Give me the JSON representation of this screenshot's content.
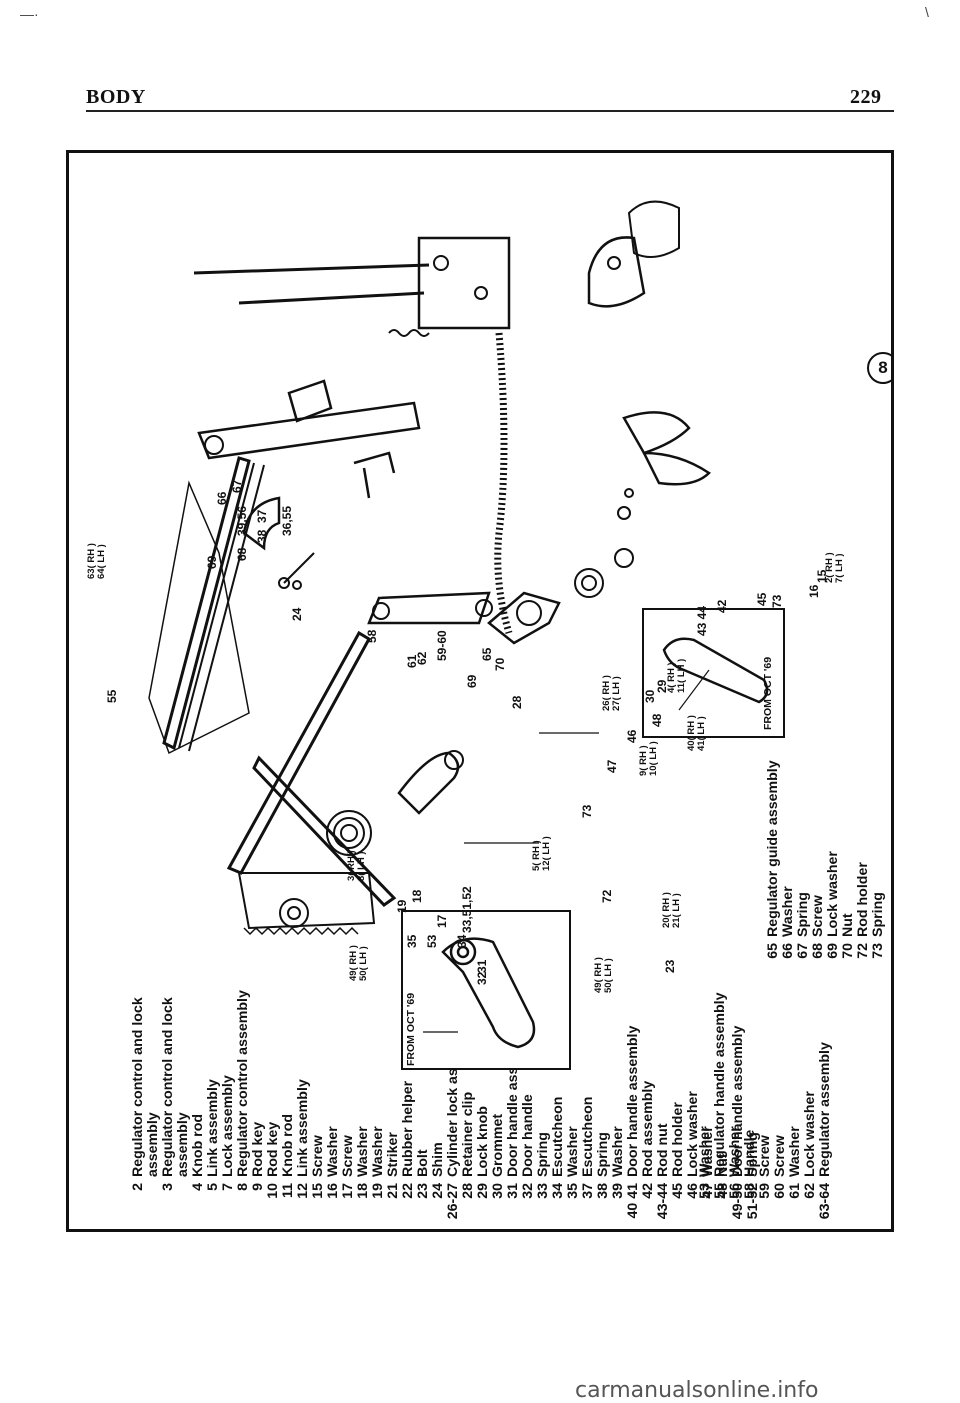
{
  "header": {
    "section": "BODY",
    "page_number": "229"
  },
  "figure": {
    "number": "8",
    "inset_labels": [
      "FROM OCT '69",
      "FROM OCT '69"
    ],
    "callouts": [
      {
        "id": "c-67",
        "text": "67"
      },
      {
        "id": "c-66",
        "text": "66"
      },
      {
        "id": "c-37",
        "text": "37"
      },
      {
        "id": "c-39-56",
        "text": "39,56"
      },
      {
        "id": "c-38",
        "text": "38"
      },
      {
        "id": "c-36-55",
        "text": "36,55"
      },
      {
        "id": "c-68",
        "text": "68"
      },
      {
        "id": "c-69a",
        "text": "69"
      },
      {
        "id": "c-63-64",
        "text": "63( RH )\n64( LH )"
      },
      {
        "id": "c-58",
        "text": "58"
      },
      {
        "id": "c-61",
        "text": "61"
      },
      {
        "id": "c-62",
        "text": "62"
      },
      {
        "id": "c-59-60",
        "text": "59-60"
      },
      {
        "id": "c-65",
        "text": "65"
      },
      {
        "id": "c-69b",
        "text": "69"
      },
      {
        "id": "c-70",
        "text": "70"
      },
      {
        "id": "c-55",
        "text": "55"
      },
      {
        "id": "c-49-50-inset",
        "text": "49( RH )\n50( LH )"
      },
      {
        "id": "c-3-8",
        "text": "3( RH )\n8( LH )"
      },
      {
        "id": "c-19",
        "text": "19"
      },
      {
        "id": "c-18",
        "text": "18"
      },
      {
        "id": "c-17",
        "text": "17"
      },
      {
        "id": "c-33-51-52",
        "text": "33,51,52"
      },
      {
        "id": "c-35",
        "text": "35"
      },
      {
        "id": "c-53",
        "text": "53"
      },
      {
        "id": "c-34",
        "text": "34"
      },
      {
        "id": "c-31",
        "text": "31"
      },
      {
        "id": "c-32",
        "text": "32"
      },
      {
        "id": "c-5-12",
        "text": "5( RH )\n12( LH )"
      },
      {
        "id": "c-28",
        "text": "28"
      },
      {
        "id": "c-26-27",
        "text": "26( RH )\n27( LH )"
      },
      {
        "id": "c-49-50",
        "text": "49( RH )\n50( LH )"
      },
      {
        "id": "c-72",
        "text": "72"
      },
      {
        "id": "c-73a",
        "text": "73"
      },
      {
        "id": "c-9-10",
        "text": "9( RH )\n10( LH )"
      },
      {
        "id": "c-40-41",
        "text": "40( RH )\n41( LH )"
      },
      {
        "id": "c-47",
        "text": "47"
      },
      {
        "id": "c-46",
        "text": "46"
      },
      {
        "id": "c-48",
        "text": "48"
      },
      {
        "id": "c-29",
        "text": "29"
      },
      {
        "id": "c-30",
        "text": "30"
      },
      {
        "id": "c-4-11",
        "text": "4( RH )\n11( LH )"
      },
      {
        "id": "c-20-21",
        "text": "20( RH )\n21( LH )"
      },
      {
        "id": "c-23",
        "text": "23"
      },
      {
        "id": "c-42",
        "text": "42"
      },
      {
        "id": "c-43-44",
        "text": "43 44"
      },
      {
        "id": "c-45",
        "text": "45"
      },
      {
        "id": "c-73b",
        "text": "73"
      },
      {
        "id": "c-15",
        "text": "15"
      },
      {
        "id": "c-16",
        "text": "16"
      },
      {
        "id": "c-2-7",
        "text": "2( RH )\n7( LH )"
      },
      {
        "id": "c-24",
        "text": "24"
      }
    ]
  },
  "legend": {
    "column1": [
      {
        "num": "2",
        "label": "Regulator control and lock"
      },
      {
        "num": "",
        "label": "assembly"
      },
      {
        "num": "3",
        "label": "Regulator control and lock"
      },
      {
        "num": "",
        "label": "assembly"
      },
      {
        "num": "4",
        "label": "Knob rod"
      },
      {
        "num": "5",
        "label": "Link assembly"
      },
      {
        "num": "7",
        "label": "Lock assembly"
      },
      {
        "num": "8",
        "label": "Regulator control assembly"
      },
      {
        "num": "9",
        "label": "Rod key"
      },
      {
        "num": "10",
        "label": "Rod key"
      },
      {
        "num": "11",
        "label": "Knob rod"
      },
      {
        "num": "12",
        "label": "Link assembly"
      },
      {
        "num": "15",
        "label": "Screw"
      },
      {
        "num": "16",
        "label": "Washer"
      },
      {
        "num": "17",
        "label": "Screw"
      },
      {
        "num": "18",
        "label": "Washer"
      },
      {
        "num": "19",
        "label": "Washer"
      },
      {
        "num": "21",
        "label": "Striker"
      },
      {
        "num": "22",
        "label": "Rubber helper"
      },
      {
        "num": "23",
        "label": "Bolt"
      },
      {
        "num": "24",
        "label": "Shim"
      },
      {
        "num": "26-27",
        "label": "Cylinder lock assembly"
      },
      {
        "num": "28",
        "label": "Retainer clip"
      },
      {
        "num": "29",
        "label": "Lock knob"
      },
      {
        "num": "30",
        "label": "Grommet"
      },
      {
        "num": "31",
        "label": "Door handle assembly"
      },
      {
        "num": "32",
        "label": "Door handle"
      },
      {
        "num": "33",
        "label": "Spring"
      },
      {
        "num": "34",
        "label": "Escutcheon"
      },
      {
        "num": "35",
        "label": "Washer"
      },
      {
        "num": "37",
        "label": "Escutcheon"
      },
      {
        "num": "38",
        "label": "Spring"
      },
      {
        "num": "39",
        "label": "Washer"
      },
      {
        "num": "40 41",
        "label": "Door handle assembly"
      },
      {
        "num": "42",
        "label": "Rod assembly"
      },
      {
        "num": "43-44",
        "label": "Rod nut"
      },
      {
        "num": "45",
        "label": "Rod holder"
      },
      {
        "num": "46",
        "label": "Lock washer"
      },
      {
        "num": "47",
        "label": "Washer"
      },
      {
        "num": "48",
        "label": "Nut"
      },
      {
        "num": "49-50",
        "label": "Door handle assembly"
      },
      {
        "num": "51-52",
        "label": "Spring"
      }
    ],
    "column2": [
      {
        "num": "53",
        "label": "Washer"
      },
      {
        "num": "55",
        "label": "Regulator handle assembly"
      },
      {
        "num": "56",
        "label": "Washer"
      },
      {
        "num": "58",
        "label": "Handle"
      },
      {
        "num": "59",
        "label": "Screw"
      },
      {
        "num": "60",
        "label": "Screw"
      },
      {
        "num": "61",
        "label": "Washer"
      },
      {
        "num": "62",
        "label": "Lock washer"
      },
      {
        "num": "63-64",
        "label": "Regulator assembly"
      }
    ],
    "column3": [
      {
        "num": "65",
        "label": "Regulator guide assembly"
      },
      {
        "num": "66",
        "label": "Washer"
      },
      {
        "num": "67",
        "label": "Spring"
      },
      {
        "num": "68",
        "label": "Screw"
      },
      {
        "num": "69",
        "label": "Lock washer"
      },
      {
        "num": "70",
        "label": "Nut"
      },
      {
        "num": "72",
        "label": "Rod holder"
      },
      {
        "num": "73",
        "label": "Spring"
      }
    ]
  },
  "footer": {
    "watermark": "carmanualsonline.info"
  }
}
